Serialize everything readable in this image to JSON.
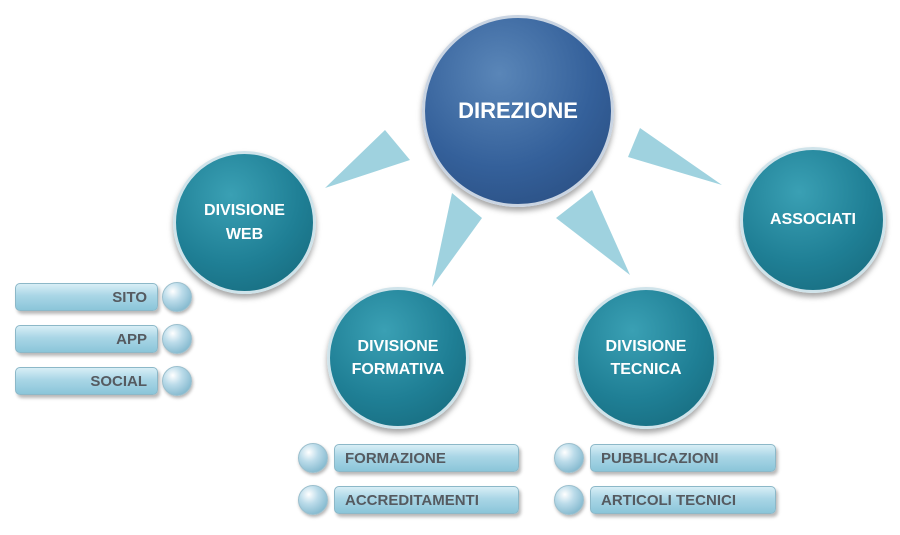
{
  "nodes": {
    "direzione": "DIREZIONE",
    "divisione_web": "DIVISIONE\nWEB",
    "associati": "ASSOCIATI",
    "divisione_formativa": "DIVISIONE\nFORMATIVA",
    "divisione_tecnica": "DIVISIONE\nTECNICA"
  },
  "lists": {
    "web": [
      "SITO",
      "APP",
      "SOCIAL"
    ],
    "formativa": [
      "FORMAZIONE",
      "ACCREDITAMENTI"
    ],
    "tecnica": [
      "PUBBLICAZIONI",
      "ARTICOLI TECNICI"
    ]
  },
  "colors": {
    "main_node": "#34609a",
    "division_node": "#1f7f95",
    "arrow": "#9fd2df",
    "pill": "#a9d6e6",
    "pill_text": "#555a60"
  },
  "icons": {
    "bullet": "globe-orb-icon"
  }
}
